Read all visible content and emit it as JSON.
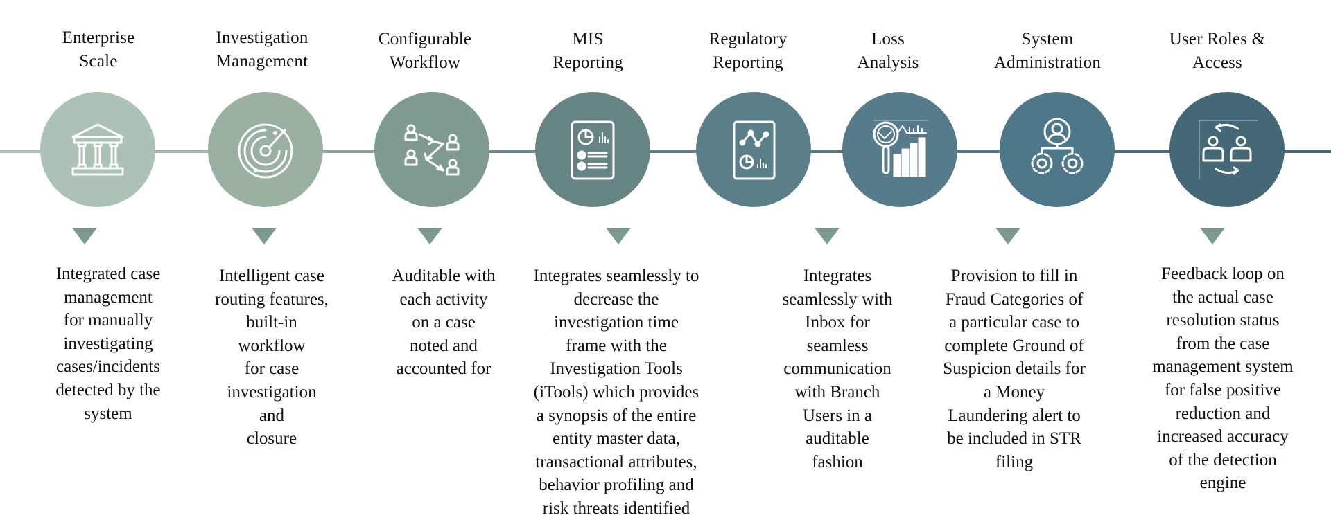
{
  "diagram": {
    "type": "process-timeline",
    "steps": [
      {
        "title": "Enterprise\nScale",
        "icon": "bank-building-icon",
        "color": "#adc2b7",
        "description": "Integrated case\nmanagement\nfor manually\ninvestigating\ncases/incidents\ndetected by the\nsystem"
      },
      {
        "title": "Investigation\nManagement",
        "icon": "radar-icon",
        "color": "#9ab1a2",
        "description": "Intelligent case\nrouting features,\nbuilt-in\nworkflow\nfor case\ninvestigation\nand\nclosure"
      },
      {
        "title": "Configurable\nWorkflow",
        "icon": "people-routing-icon",
        "color": "#7e9a93",
        "description": "Auditable with\neach activity\non a case\nnoted and\naccounted for"
      },
      {
        "title": "MIS\nReporting",
        "icon": "report-document-icon",
        "color": "#678485",
        "description": "Integrates seamlessly to\ndecrease the\ninvestigation time\nframe with the\nInvestigation Tools\n(iTools) which provides\na synopsis of the entire\nentity master data,\ntransactional attributes,\nbehavior profiling and\nrisk threats identified"
      },
      {
        "title": "Regulatory\nReporting",
        "icon": "chart-report-icon",
        "color": "#5b7f88",
        "description": "Integrates\nseamlessly with\nInbox for\nseamless\ncommunication\nwith Branch\nUsers in a\nauditable\nfashion"
      },
      {
        "title": "Loss\nAnalysis",
        "icon": "magnifier-bar-chart-icon",
        "color": "#567b8a",
        "description": "Provision to fill in\nFraud Categories of\na particular case to\ncomplete Ground of\nSuspicion details for\na Money\nLaundering alert to\nbe included in STR\nfiling"
      },
      {
        "title": "System\nAdministration",
        "icon": "user-gears-icon",
        "color": "#4e788a",
        "description": "Feedback loop on\nthe actual case\nresolution status\nfrom the case\nmanagement system\nfor false positive\nreduction and\nincreased accuracy\nof the detection\nengine"
      },
      {
        "title": "User Roles &\nAccess",
        "icon": "user-exchange-icon",
        "color": "#456876"
      }
    ],
    "line_colors": [
      "#a9bfb3",
      "#9ab1a2",
      "#8aa69c",
      "#6f8c8d",
      "#5c7f88",
      "#567b8a",
      "#4f788a",
      "#4a6f80",
      "#466a79"
    ],
    "pointer_color": "#7c9a92"
  }
}
